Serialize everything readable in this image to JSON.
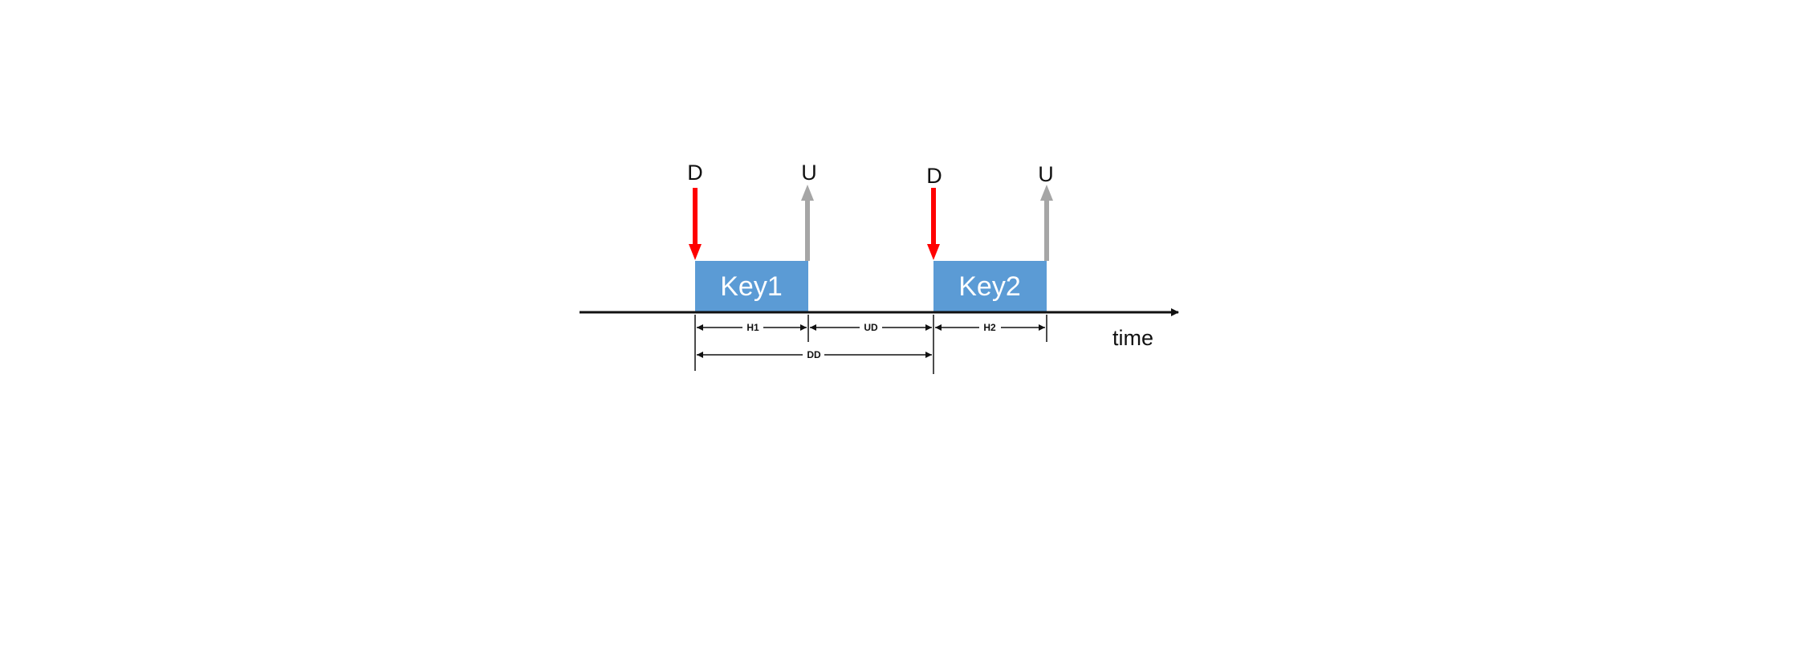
{
  "diagram": {
    "axis_label": "time",
    "colors": {
      "key_fill": "#5b9bd5",
      "key_down_arrow": "#ff0000",
      "key_up_arrow": "#a6a6a6",
      "axis": "#111111"
    },
    "events": {
      "down1": "D",
      "up1": "U",
      "down2": "D",
      "up2": "U"
    },
    "keys": {
      "key1": "Key1",
      "key2": "Key2"
    },
    "intervals": {
      "h1": "H1",
      "ud": "UD",
      "h2": "H2",
      "dd": "DD"
    }
  }
}
